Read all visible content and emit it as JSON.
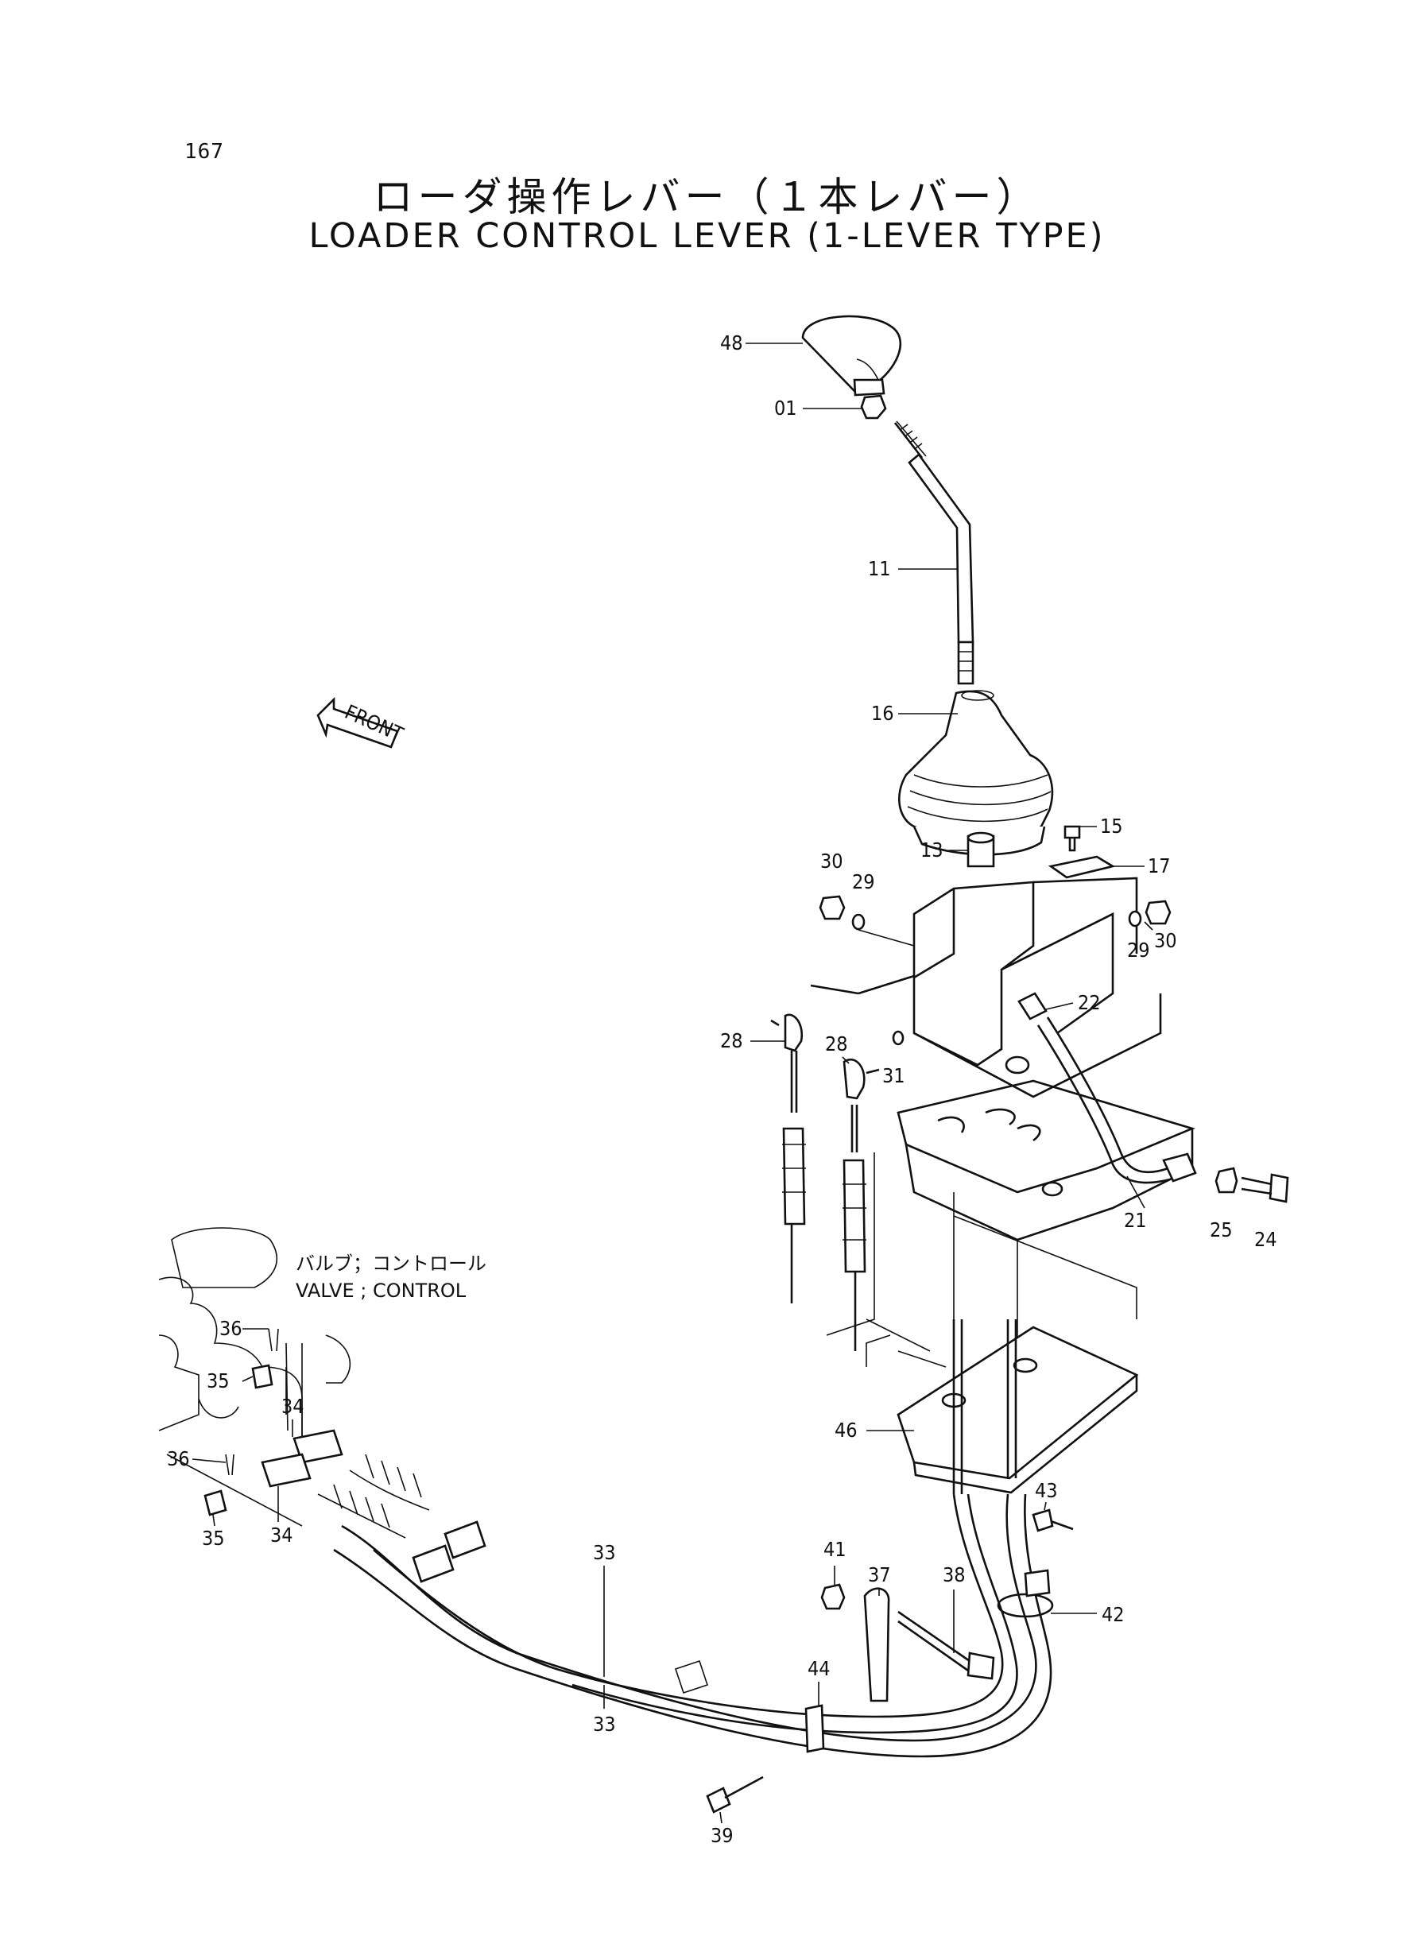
{
  "page": {
    "number": "167",
    "title_jp": "ローダ操作レバー（１本レバー）",
    "title_en": "LOADER CONTROL LEVER (1-LEVER TYPE)"
  },
  "front_arrow": {
    "label": "FRONT"
  },
  "valve_note": {
    "jp": "バルブ；コントロール",
    "en": "VALVE ; CONTROL"
  },
  "callouts": {
    "c48": "48",
    "c01": "01",
    "c11": "11",
    "c16": "16",
    "c15": "15",
    "c17": "17",
    "c13": "13",
    "c30a": "30",
    "c29a": "29",
    "c29b": "29",
    "c30b": "30",
    "c22": "22",
    "c28a": "28",
    "c28b": "28",
    "c31": "31",
    "c21": "21",
    "c25": "25",
    "c24": "24",
    "c36a": "36",
    "c35a": "35",
    "c34a": "34",
    "c36b": "36",
    "c35b": "35",
    "c34b": "34",
    "c46": "46",
    "c43": "43",
    "c42": "42",
    "c33a": "33",
    "c33b": "33",
    "c41": "41",
    "c37": "37",
    "c38": "38",
    "c44": "44",
    "c39": "39"
  }
}
